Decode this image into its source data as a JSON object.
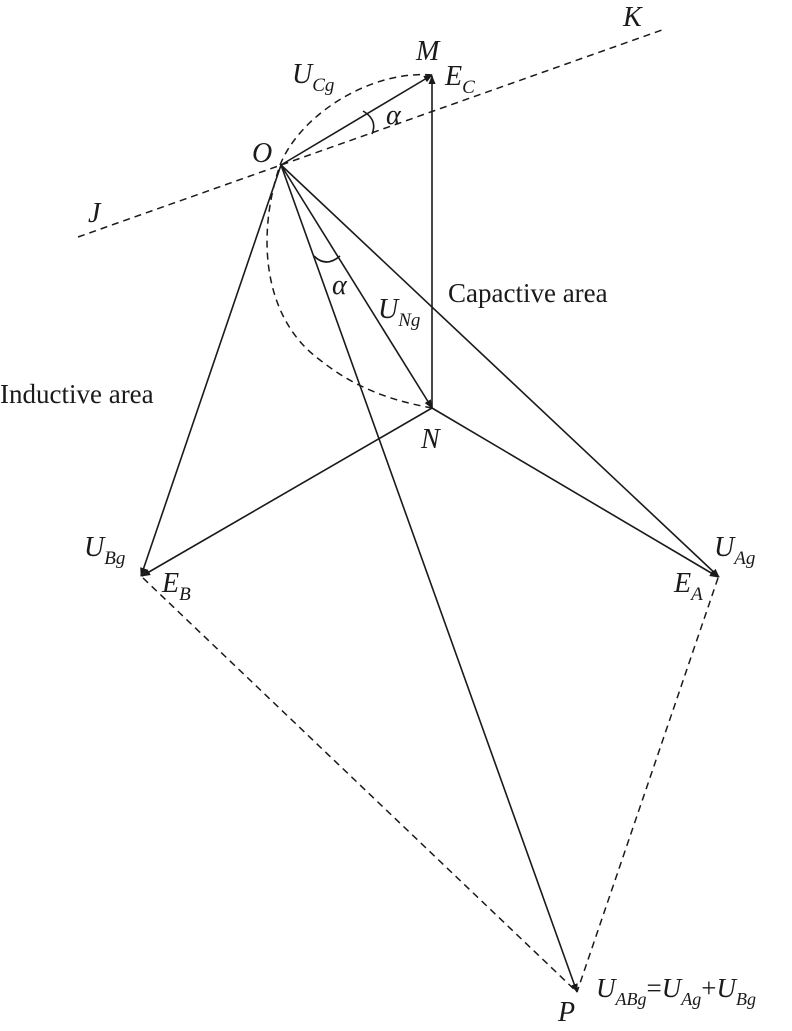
{
  "points": {
    "O": "O",
    "M": "M",
    "N": "N",
    "P": "P",
    "J": "J",
    "K": "K"
  },
  "phasors": {
    "E_A": {
      "main": "E",
      "sub": "A"
    },
    "E_B": {
      "main": "E",
      "sub": "B"
    },
    "E_C": {
      "main": "E",
      "sub": "C"
    },
    "U_Ag": {
      "main": "U",
      "sub": "Ag"
    },
    "U_Bg": {
      "main": "U",
      "sub": "Bg"
    },
    "U_Cg": {
      "main": "U",
      "sub": "Cg"
    },
    "U_Ng": {
      "main": "U",
      "sub": "Ng"
    }
  },
  "angles": {
    "alpha_top": "α",
    "alpha_mid": "α"
  },
  "regions": {
    "capacitive": "Capactive area",
    "inductive": "Inductive area"
  },
  "equation": {
    "lhs_main": "U",
    "lhs_sub": "ABg",
    "eq": "=",
    "a_main": "U",
    "a_sub": "Ag",
    "plus": "+",
    "b_main": "U",
    "b_sub": "Bg"
  }
}
